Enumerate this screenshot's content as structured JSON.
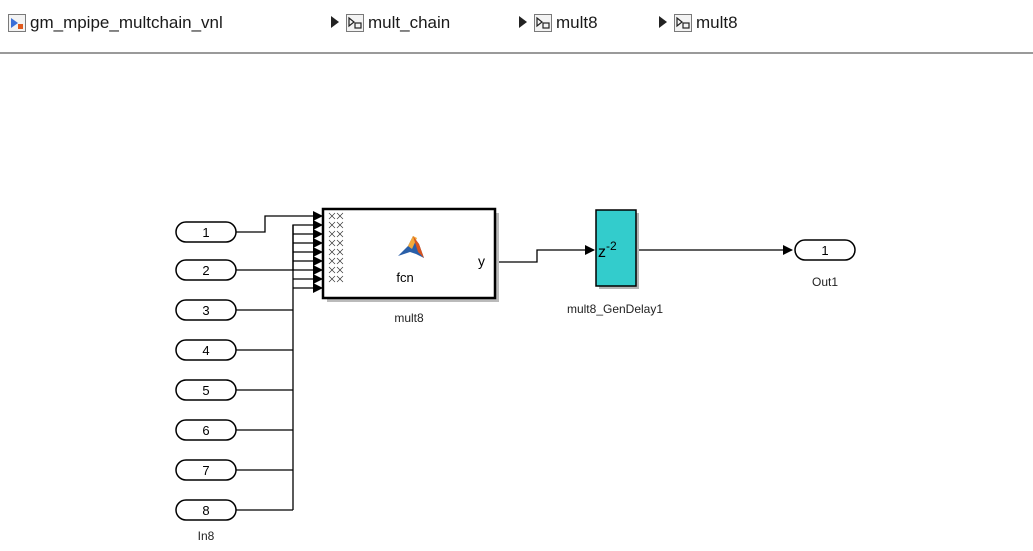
{
  "breadcrumb": {
    "items": [
      {
        "label": "gm_mpipe_multchain_vnl",
        "icon": "model-icon"
      },
      {
        "label": "mult_chain",
        "icon": "subsystem-icon"
      },
      {
        "label": "mult8",
        "icon": "subsystem-icon"
      },
      {
        "label": "mult8",
        "icon": "subsystem-icon"
      }
    ],
    "separator_icon": "triangle-right-icon"
  },
  "diagram": {
    "inports": [
      {
        "number": "1"
      },
      {
        "number": "2"
      },
      {
        "number": "3"
      },
      {
        "number": "4"
      },
      {
        "number": "5"
      },
      {
        "number": "6"
      },
      {
        "number": "7"
      },
      {
        "number": "8"
      }
    ],
    "last_inport_name": "In8",
    "function_block": {
      "name": "mult8",
      "label": "fcn",
      "output_port": "y",
      "icon": "matlab-logo-icon"
    },
    "delay_block": {
      "name": "mult8_GenDelay1",
      "label_base": "z",
      "label_exponent": "-2",
      "color": "#33cccc"
    },
    "outport": {
      "number": "1",
      "name": "Out1"
    }
  }
}
